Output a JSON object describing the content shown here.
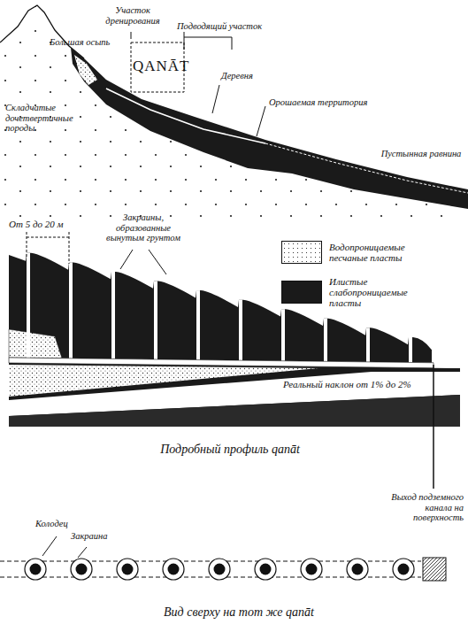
{
  "diagram": {
    "caption": "Подробный профиль qanāt",
    "labels": [
      "Большая осыпь",
      "Участок дренирования",
      "Подводящий участок",
      "QANĀT",
      "Деревня",
      "Орошаемая территория",
      "Складчатые дочетвертичные породы",
      "Пустынная равнина",
      "От 5 до 20 м",
      "Закраины, образованные вынутым грунтом",
      "Реальный наклон от 1% до 2%",
      "Выход подземного канала на поверхность",
      "Колодец",
      "Закраина",
      "Вид сверху на тот же qanāt"
    ],
    "legend": [
      {
        "text": "Водопроницаемые песчаные пласты"
      },
      {
        "text": "Илистые слабопроницаемые пласты",
        "color": "#1a1a1a"
      }
    ]
  }
}
